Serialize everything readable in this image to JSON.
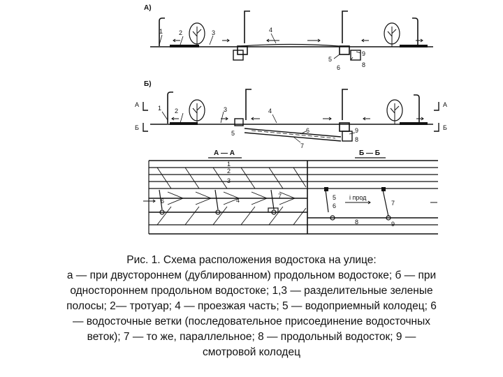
{
  "figure": {
    "panel_a_label": "А)",
    "panel_b_label": "Б)",
    "section_aa_label": "А — А",
    "section_bb_label": "Б — Б",
    "section_mark_a": "А",
    "section_mark_b": "Б",
    "slope_label": "i прод",
    "labels": {
      "n1": "1",
      "n2": "2",
      "n3": "3",
      "n4": "4",
      "n5": "5",
      "n6": "6",
      "n7": "7",
      "n8": "8",
      "n9": "9"
    }
  },
  "caption": {
    "title": "Рис. 1. Схема расположения водостока на улице:",
    "body": "а — при двустороннем (дублированном) продольном водостоке; б — при\nодностороннем продольном водостоке; 1,3 — разделительные зеленые\nполосы; 2— тротуар; 4 — проезжая часть; 5 — водоприемный колодец; 6\n— водосточные ветки (последовательное присоединение водосточных\nветок); 7 — то же, параллельное; 8 — продольный водосток; 9 —\nсмотровой колодец"
  }
}
